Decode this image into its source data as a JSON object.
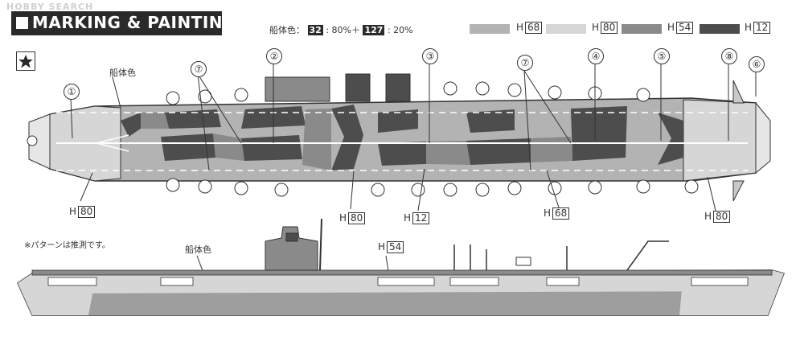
{
  "watermark": "HOBBY SEARCH",
  "header": {
    "title": "MARKING & PAINTING"
  },
  "formula": {
    "label": "船体色：",
    "code1": "32",
    "pct1": ": 80%＋",
    "code2": "127",
    "pct2": ": 20%"
  },
  "legend": [
    {
      "prefix": "H",
      "code": "68",
      "color": "#b3b3b3"
    },
    {
      "prefix": "H",
      "code": "80",
      "color": "#d6d6d6"
    },
    {
      "prefix": "H",
      "code": "54",
      "color": "#8a8a8a"
    },
    {
      "prefix": "H",
      "code": "12",
      "color": "#4d4d4d"
    }
  ],
  "colors": {
    "deck_base": "#b3b3b3",
    "hull_light": "#d6d6d6",
    "dark": "#4d4d4d",
    "mid": "#8a8a8a",
    "ink": "#333333"
  },
  "callouts": [
    "①",
    "②",
    "③",
    "④",
    "⑤",
    "⑥",
    "⑦",
    "⑦",
    "⑧"
  ],
  "labels": {
    "hull_color_top": "船体色",
    "hull_color_side": "船体色",
    "h80_left": {
      "prefix": "H",
      "code": "80"
    },
    "h80_mid": {
      "prefix": "H",
      "code": "80"
    },
    "h12": {
      "prefix": "H",
      "code": "12"
    },
    "h68": {
      "prefix": "H",
      "code": "68"
    },
    "h80_right": {
      "prefix": "H",
      "code": "80"
    },
    "h54": {
      "prefix": "H",
      "code": "54"
    }
  },
  "note": "※パターンは推測です。",
  "icons": {
    "star": "star-icon"
  }
}
